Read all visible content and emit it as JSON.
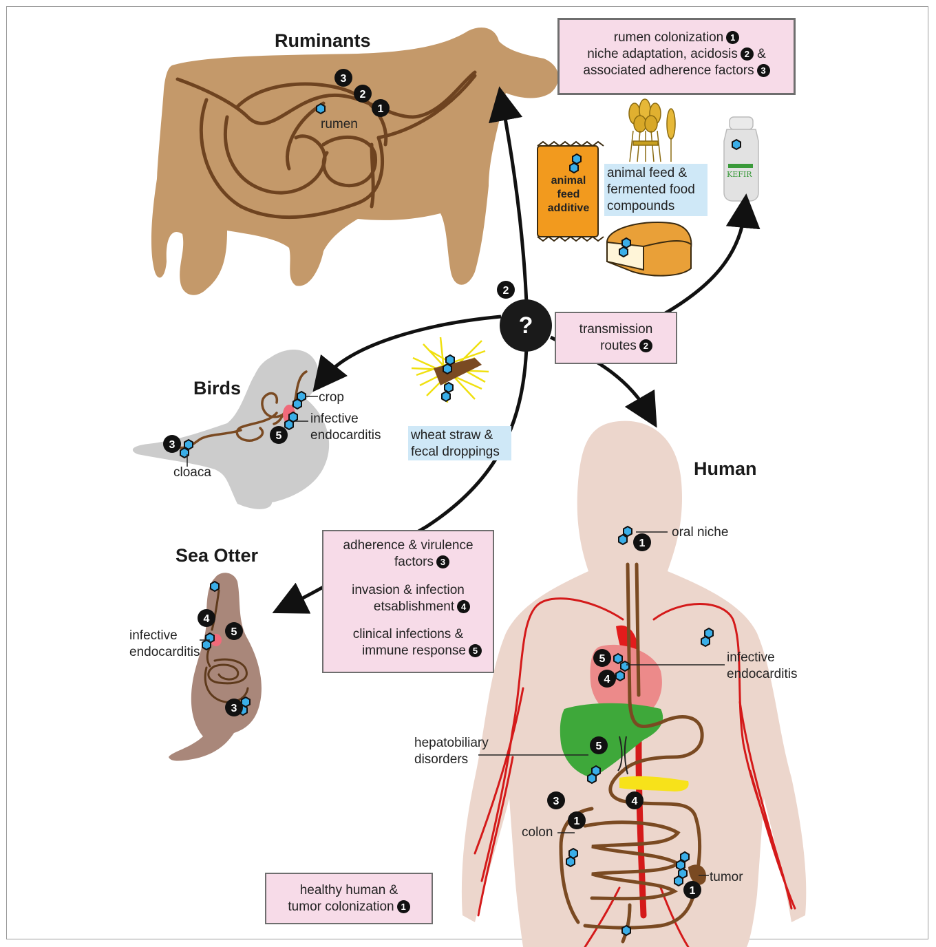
{
  "titles": {
    "ruminants": "Ruminants",
    "birds": "Birds",
    "sea_otter": "Sea Otter",
    "human": "Human"
  },
  "labels": {
    "rumen": "rumen",
    "crop": "crop",
    "bird_endocarditis_1": "infective",
    "bird_endocarditis_2": "endocarditis",
    "cloaca": "cloaca",
    "otter_endocarditis_1": "infective",
    "otter_endocarditis_2": "endocarditis",
    "oral_niche": "oral niche",
    "human_endocarditis_1": "infective",
    "human_endocarditis_2": "endocarditis",
    "hepatobiliary_1": "hepatobiliary",
    "hepatobiliary_2": "disorders",
    "colon": "colon",
    "tumor": "tumor",
    "question": "?",
    "kefir": "KEFIR"
  },
  "boxes": {
    "rumen_box": {
      "line1": "rumen colonization",
      "line2": "niche adaptation, acidosis",
      "line2_suffix": "&",
      "line3": "associated adherence factors"
    },
    "food_box": {
      "line1": "animal feed &",
      "line2": "fermented food",
      "line3": "compounds"
    },
    "feed_bag": {
      "line1": "animal",
      "line2": "feed",
      "line3": "additive"
    },
    "transmission_box": {
      "line1": "transmission",
      "line2": "routes"
    },
    "straw_box": {
      "line1": "wheat straw &",
      "line2": "fecal droppings"
    },
    "virulence_box": {
      "line1": "adherence & virulence",
      "line2": "factors",
      "line3": "invasion & infection",
      "line4": "etsablishment",
      "line5": "clinical infections &",
      "line6": "immune response"
    },
    "healthy_box": {
      "line1": "healthy human &",
      "line2": "tumor colonization"
    }
  },
  "badges": [
    "1",
    "2",
    "3",
    "4",
    "5"
  ],
  "colors": {
    "cow": "#c4996a",
    "gut": "#7a4a22",
    "bird": "#cccccc",
    "otter": "#a9877a",
    "human": "#ecd6cc",
    "vessel": "#d41a1a",
    "liver": "#3ea83a",
    "pancreas": "#f7e21a",
    "pink_box": "#f7dbe8",
    "blue_box": "#cfe8f7",
    "bacteria": "#3aaee8"
  }
}
